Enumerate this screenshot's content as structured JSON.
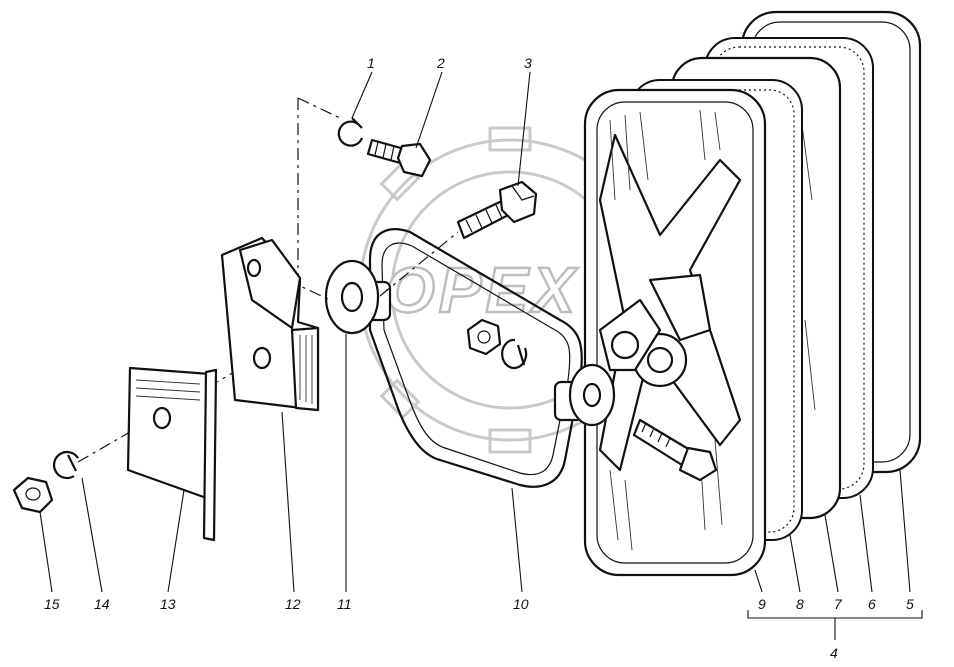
{
  "diagram": {
    "watermark": "OPEX",
    "callouts": [
      {
        "id": "1",
        "text": "1"
      },
      {
        "id": "2",
        "text": "2"
      },
      {
        "id": "3",
        "text": "3"
      },
      {
        "id": "4",
        "text": "4"
      },
      {
        "id": "5",
        "text": "5"
      },
      {
        "id": "6",
        "text": "6"
      },
      {
        "id": "7",
        "text": "7"
      },
      {
        "id": "8",
        "text": "8"
      },
      {
        "id": "9",
        "text": "9"
      },
      {
        "id": "10",
        "text": "10"
      },
      {
        "id": "11",
        "text": "11"
      },
      {
        "id": "12",
        "text": "12"
      },
      {
        "id": "13",
        "text": "13"
      },
      {
        "id": "14",
        "text": "14"
      },
      {
        "id": "15",
        "text": "15"
      }
    ]
  }
}
